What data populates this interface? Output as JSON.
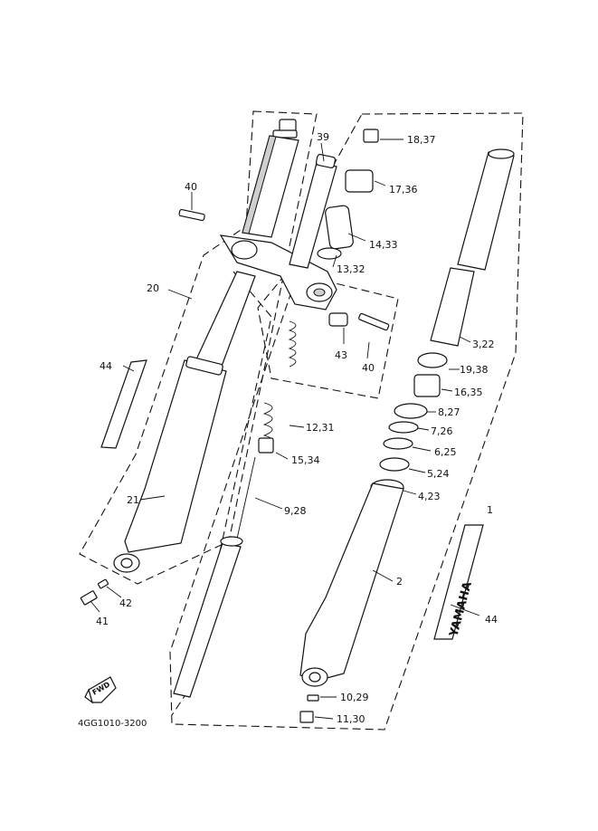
{
  "diagram": {
    "part_code": "4GG1010-3200",
    "fwd_label": "FWD",
    "brand_emblem_text": "YAMAHA",
    "callouts": [
      "1",
      "2",
      "3,22",
      "4,23",
      "5,24",
      "6,25",
      "7,26",
      "8,27",
      "9,28",
      "10,29",
      "11,30",
      "12,31",
      "13,32",
      "14,33",
      "15,34",
      "16,35",
      "17,36",
      "18,37",
      "19,38",
      "20",
      "21",
      "39",
      "40",
      "40",
      "41",
      "42",
      "43",
      "44",
      "44"
    ]
  }
}
